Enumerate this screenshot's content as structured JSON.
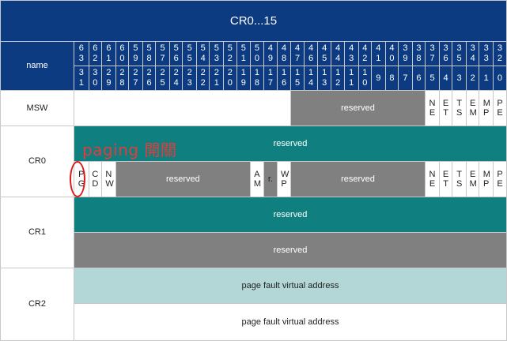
{
  "title": "CR0...15",
  "header": {
    "name_label": "name",
    "bits_high": [
      "63",
      "62",
      "61",
      "60",
      "59",
      "58",
      "57",
      "56",
      "55",
      "54",
      "53",
      "52",
      "51",
      "50",
      "49",
      "48",
      "47",
      "46",
      "45",
      "44",
      "43",
      "42",
      "41",
      "40",
      "39",
      "38",
      "37",
      "36",
      "35",
      "34",
      "33",
      "32"
    ],
    "bits_low": [
      "31",
      "30",
      "29",
      "28",
      "27",
      "26",
      "25",
      "24",
      "23",
      "22",
      "21",
      "20",
      "19",
      "18",
      "17",
      "16",
      "15",
      "14",
      "13",
      "12",
      "11",
      "10",
      "9",
      "8",
      "7",
      "6",
      "5",
      "4",
      "3",
      "2",
      "1",
      "0"
    ]
  },
  "rows": {
    "msw": {
      "name": "MSW",
      "reserved": "reserved",
      "flags": [
        "NE",
        "ET",
        "TS",
        "EM",
        "MP",
        "PE"
      ]
    },
    "cr0": {
      "name": "CR0",
      "upper": "reserved",
      "pg": "PG",
      "cd": "CD",
      "nw": "NW",
      "reserved_a": "reserved",
      "am": "AM",
      "r": "r.",
      "wp": "WP",
      "reserved_b": "reserved",
      "flags": [
        "NE",
        "ET",
        "TS",
        "EM",
        "MP",
        "PE"
      ]
    },
    "cr1": {
      "name": "CR1",
      "upper": "reserved",
      "lower": "reserved"
    },
    "cr2": {
      "name": "CR2",
      "upper": "page fault virtual address",
      "lower": "page fault virtual address"
    }
  },
  "annotation": {
    "text": "paging 開關"
  },
  "colors": {
    "header": "#0c3b82",
    "teal": "#0f7f7f",
    "gray": "#808080",
    "light": "#b3d6d6",
    "annotation": "#e01818"
  }
}
